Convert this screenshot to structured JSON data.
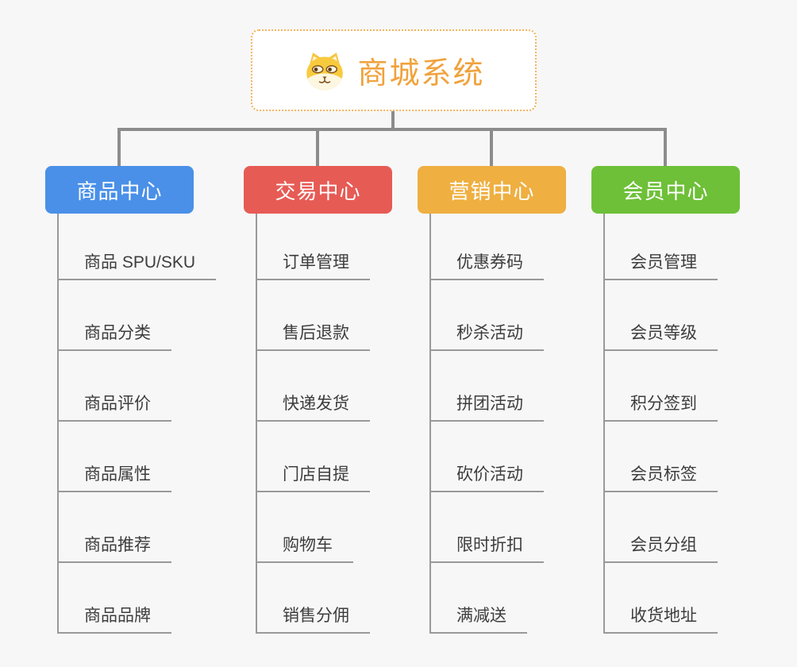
{
  "canvas": {
    "background": "#F7F7F7",
    "connector_color": "#8C8C8C",
    "leaf_line_color": "#999999"
  },
  "root": {
    "label": "商城系统",
    "text_color": "#F0A23C",
    "border_color": "#F3B45C",
    "icon": "dog-face-icon"
  },
  "branches": [
    {
      "id": "product-center",
      "label": "商品中心",
      "color": "#4A90E8",
      "items": [
        "商品 SPU/SKU",
        "商品分类",
        "商品评价",
        "商品属性",
        "商品推荐",
        "商品品牌"
      ]
    },
    {
      "id": "trade-center",
      "label": "交易中心",
      "color": "#E75B55",
      "items": [
        "订单管理",
        "售后退款",
        "快递发货",
        "门店自提",
        "购物车",
        "销售分佣"
      ]
    },
    {
      "id": "marketing-center",
      "label": "营销中心",
      "color": "#EFAF41",
      "items": [
        "优惠券码",
        "秒杀活动",
        "拼团活动",
        "砍价活动",
        "限时折扣",
        "满减送"
      ]
    },
    {
      "id": "member-center",
      "label": "会员中心",
      "color": "#6EC038",
      "items": [
        "会员管理",
        "会员等级",
        "积分签到",
        "会员标签",
        "会员分组",
        "收货地址"
      ]
    }
  ]
}
